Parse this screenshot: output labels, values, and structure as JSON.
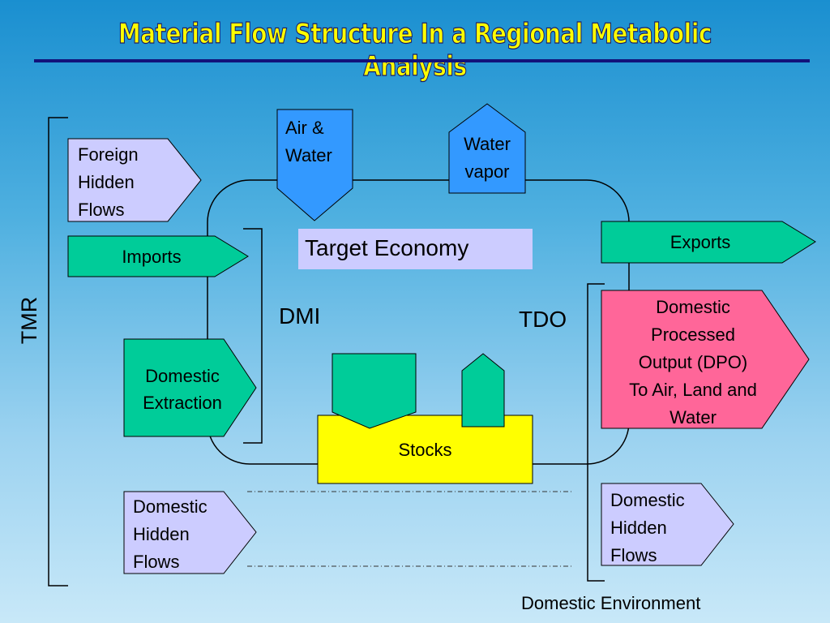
{
  "title": "Material Flow Structure In a Regional Metabolic Analysis",
  "colors": {
    "hidden_flow": "#ccccff",
    "flow_green": "#00cc99",
    "air_water": "#3399ff",
    "dpo": "#ff6699",
    "stocks": "#ffff00",
    "title": "#ffff00",
    "rule": "#12127a"
  },
  "labels": {
    "tmr": "TMR",
    "dmi": "DMI",
    "tdo": "TDO",
    "target_economy": "Target Economy",
    "domestic_environment": "Domestic Environment"
  },
  "boxes": {
    "foreign_hidden_flows": [
      "Foreign",
      "Hidden",
      "Flows"
    ],
    "imports": "Imports",
    "domestic_extraction": [
      "Domestic",
      "Extraction"
    ],
    "domestic_hidden_flows_left": [
      "Domestic",
      "Hidden",
      "Flows"
    ],
    "air_water": [
      "Air &",
      "Water"
    ],
    "water_vapor": [
      "Water",
      "vapor"
    ],
    "exports": "Exports",
    "dpo": [
      "Domestic",
      "Processed",
      "Output (DPO)",
      "To Air, Land and",
      "Water"
    ],
    "stocks": "Stocks",
    "domestic_hidden_flows_right": [
      "Domestic",
      "Hidden",
      "Flows"
    ]
  }
}
